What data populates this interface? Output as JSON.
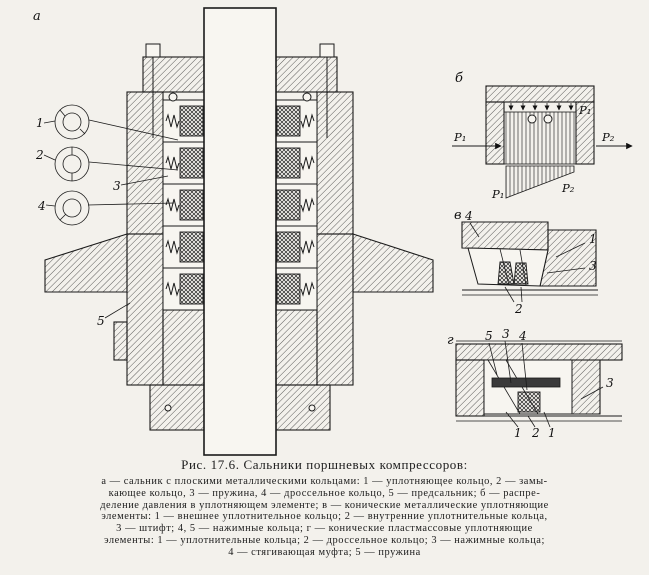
{
  "figure": {
    "title": "Рис. 17.6. Сальники поршневых компрессоров:",
    "caption_lines": [
      "а — сальник с плоскими металлическими кольцами: 1 — уплотняющее кольцо, 2 — замы-",
      "кающее кольцо, 3 — пружина, 4 — дроссельное кольцо, 5 — предсальник; б — распре-",
      "деление давления в уплотняющем элементе; в — конические металлические уплотняющие",
      "элементы: 1 — внешнее уплотнительное кольцо; 2 — внутренние уплотнительные кольца,",
      "3 — штифт; 4, 5 — нажимные кольца; г — конические пластмассовые уплотняющие",
      "элементы: 1 — уплотнительные кольца; 2 — дроссельное кольцо; 3 — нажимные кольца;",
      "4 — стягивающая муфта; 5 — пружина"
    ]
  },
  "panel_a": {
    "label": "а",
    "callout_1": "1",
    "callout_2": "2",
    "callout_3": "3",
    "callout_4": "4",
    "callout_5": "5"
  },
  "panel_b": {
    "label": "б",
    "p1_top": "P₁",
    "p1_left": "P₁",
    "p2_right": "P₂",
    "p1_bottom": "P₁",
    "p2_bottom": "P₂"
  },
  "panel_v": {
    "label": "в",
    "callout_4": "4",
    "callout_1": "1",
    "callout_3": "3",
    "callout_2": "2"
  },
  "panel_g": {
    "label": "г",
    "callout_5": "5",
    "callout_3_top": "3",
    "callout_4": "4",
    "callout_3_right": "3",
    "callout_1_left": "1",
    "callout_2": "2",
    "callout_1_right": "1"
  }
}
